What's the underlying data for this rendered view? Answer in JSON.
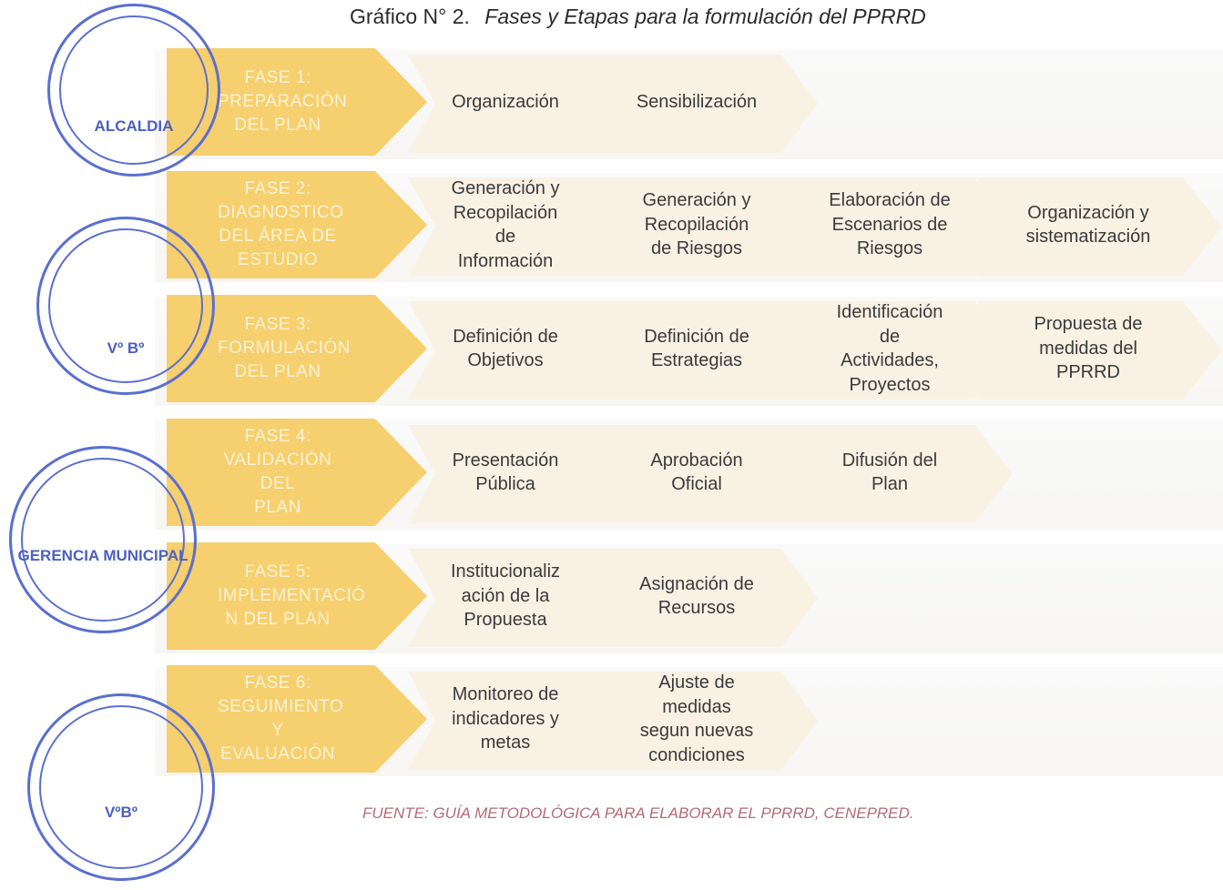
{
  "title": {
    "label": "Gráfico N° 2.",
    "caption": "Fases y Etapas para la formulación del PPRRD"
  },
  "colors": {
    "phase": "#f6cf6e",
    "phase_text": "#fdf3d7",
    "step": "#f9f1e4",
    "stamp": "#5a6fcf",
    "source": "#b56a74"
  },
  "phases": [
    {
      "label": "FASE 1:\nPREPARACIÓN\nDEL PLAN",
      "steps": [
        "Organización",
        "Sensibilización"
      ]
    },
    {
      "label": "FASE 2:\nDIAGNOSTICO\nDEL ÁREA DE\nESTUDIO",
      "steps": [
        "Generación y\nRecopilación\nde\nInformación",
        "Generación y\nRecopilación\nde Riesgos",
        "Elaboración de\nEscenarios de\nRiesgos",
        "Organización y\nsistematización"
      ]
    },
    {
      "label": "FASE 3:\nFORMULACIÓN\nDEL PLAN",
      "steps": [
        "Definición de\nObjetivos",
        "Definición de\nEstrategias",
        "Identificación\nde\nActividades,\nProyectos",
        "Propuesta de\nmedidas del\nPPRRD"
      ]
    },
    {
      "label": "FASE 4:\nVALIDACIÓN DEL\nPLAN",
      "steps": [
        "Presentación\nPública",
        "Aprobación\nOficial",
        "Difusión del\nPlan"
      ]
    },
    {
      "label": "FASE 5:\nIMPLEMENTACIÓ\nN DEL PLAN",
      "steps": [
        "Institucionaliz\nación de la\nPropuesta",
        "Asignación de\nRecursos"
      ]
    },
    {
      "label": "FASE 6:\nSEGUIMIENTO Y\nEVALUACIÓN",
      "steps": [
        "Monitoreo de\nindicadores y\nmetas",
        "Ajuste de\nmedidas\nsegun nuevas\ncondiciones"
      ]
    }
  ],
  "source": "FUENTE: GUÍA METODOLÓGICA PARA ELABORAR EL PPRRD, CENEPRED.",
  "stamps": [
    {
      "text": "ALCALDIA"
    },
    {
      "text": "Vº Bº"
    },
    {
      "text": "GERENCIA MUNICIPAL"
    },
    {
      "text": "VºBº"
    }
  ]
}
